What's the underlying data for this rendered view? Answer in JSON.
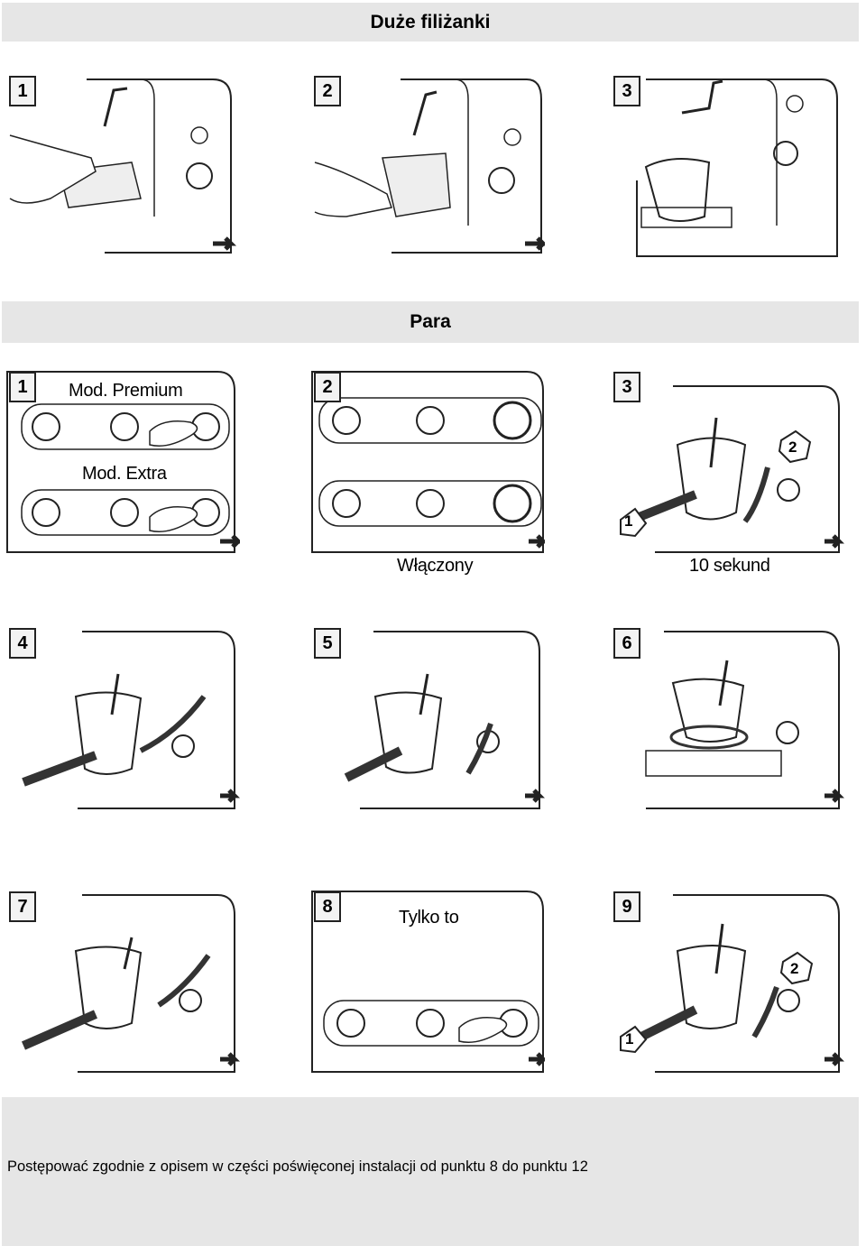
{
  "sections": {
    "large_cups": {
      "title": "Duże filiżanki"
    },
    "steam": {
      "title": "Para"
    }
  },
  "step_numbers": [
    "1",
    "2",
    "3",
    "4",
    "5",
    "6",
    "7",
    "8",
    "9"
  ],
  "labels": {
    "mod_premium": "Mod. Premium",
    "mod_extra": "Mod. Extra",
    "wlaczony": "Włączony",
    "seconds": "10 sekund",
    "only_this": "Tylko to"
  },
  "badges": {
    "one": "1",
    "two": "2"
  },
  "footer": {
    "text": "Postępować zgodnie z opisem w części poświęconej instalacji od punktu 8 do punktu 12"
  },
  "colors": {
    "band": "#e6e6e6",
    "line": "#222222"
  }
}
